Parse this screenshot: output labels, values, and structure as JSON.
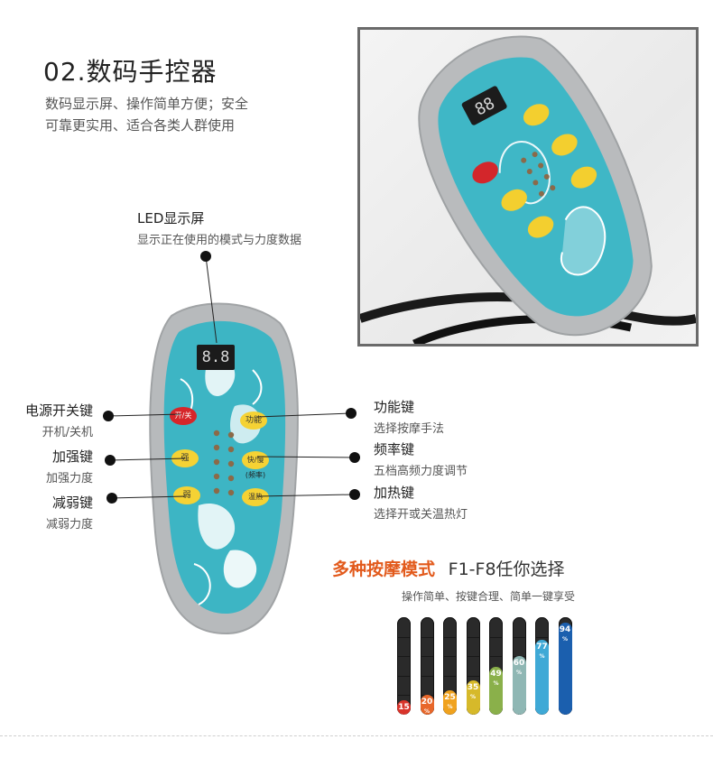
{
  "header": {
    "title": "02.数码手控器",
    "desc_line1": "数码显示屏、操作简单方便；安全",
    "desc_line2": "可靠更实用、适合各类人群使用"
  },
  "remote": {
    "display": "8.8",
    "power_label": "开/关",
    "func_label": "功能",
    "strong_label": "强",
    "freq_label": "快/慢",
    "freq_sub": "(频率)",
    "weak_label": "弱",
    "heat_label": "温热"
  },
  "annotations": {
    "led": {
      "title": "LED显示屏",
      "sub": "显示正在使用的模式与力度数据"
    },
    "power": {
      "title": "电源开关键",
      "sub": "开机/关机"
    },
    "strong": {
      "title": "加强键",
      "sub": "加强力度"
    },
    "weak": {
      "title": "减弱键",
      "sub": "减弱力度"
    },
    "func": {
      "title": "功能键",
      "sub": "选择按摩手法"
    },
    "freq": {
      "title": "频率键",
      "sub": "五档高频力度调节"
    },
    "heat": {
      "title": "加热键",
      "sub": "选择开或关温热灯"
    }
  },
  "feature": {
    "title_highlight": "多种按摩模式",
    "title_rest": "F1-F8任你选择",
    "subtitle": "操作简单、按键合理、简单一键享受"
  },
  "chart_data": {
    "type": "bar",
    "values": [
      15,
      20,
      25,
      35,
      49,
      60,
      77,
      94
    ],
    "unit": "%",
    "colors": [
      "#d9342b",
      "#e8672a",
      "#f0a21e",
      "#d6b92a",
      "#8ab04a",
      "#8fb7b4",
      "#3fa9d6",
      "#1b5fae"
    ],
    "ylim": [
      0,
      100
    ]
  }
}
